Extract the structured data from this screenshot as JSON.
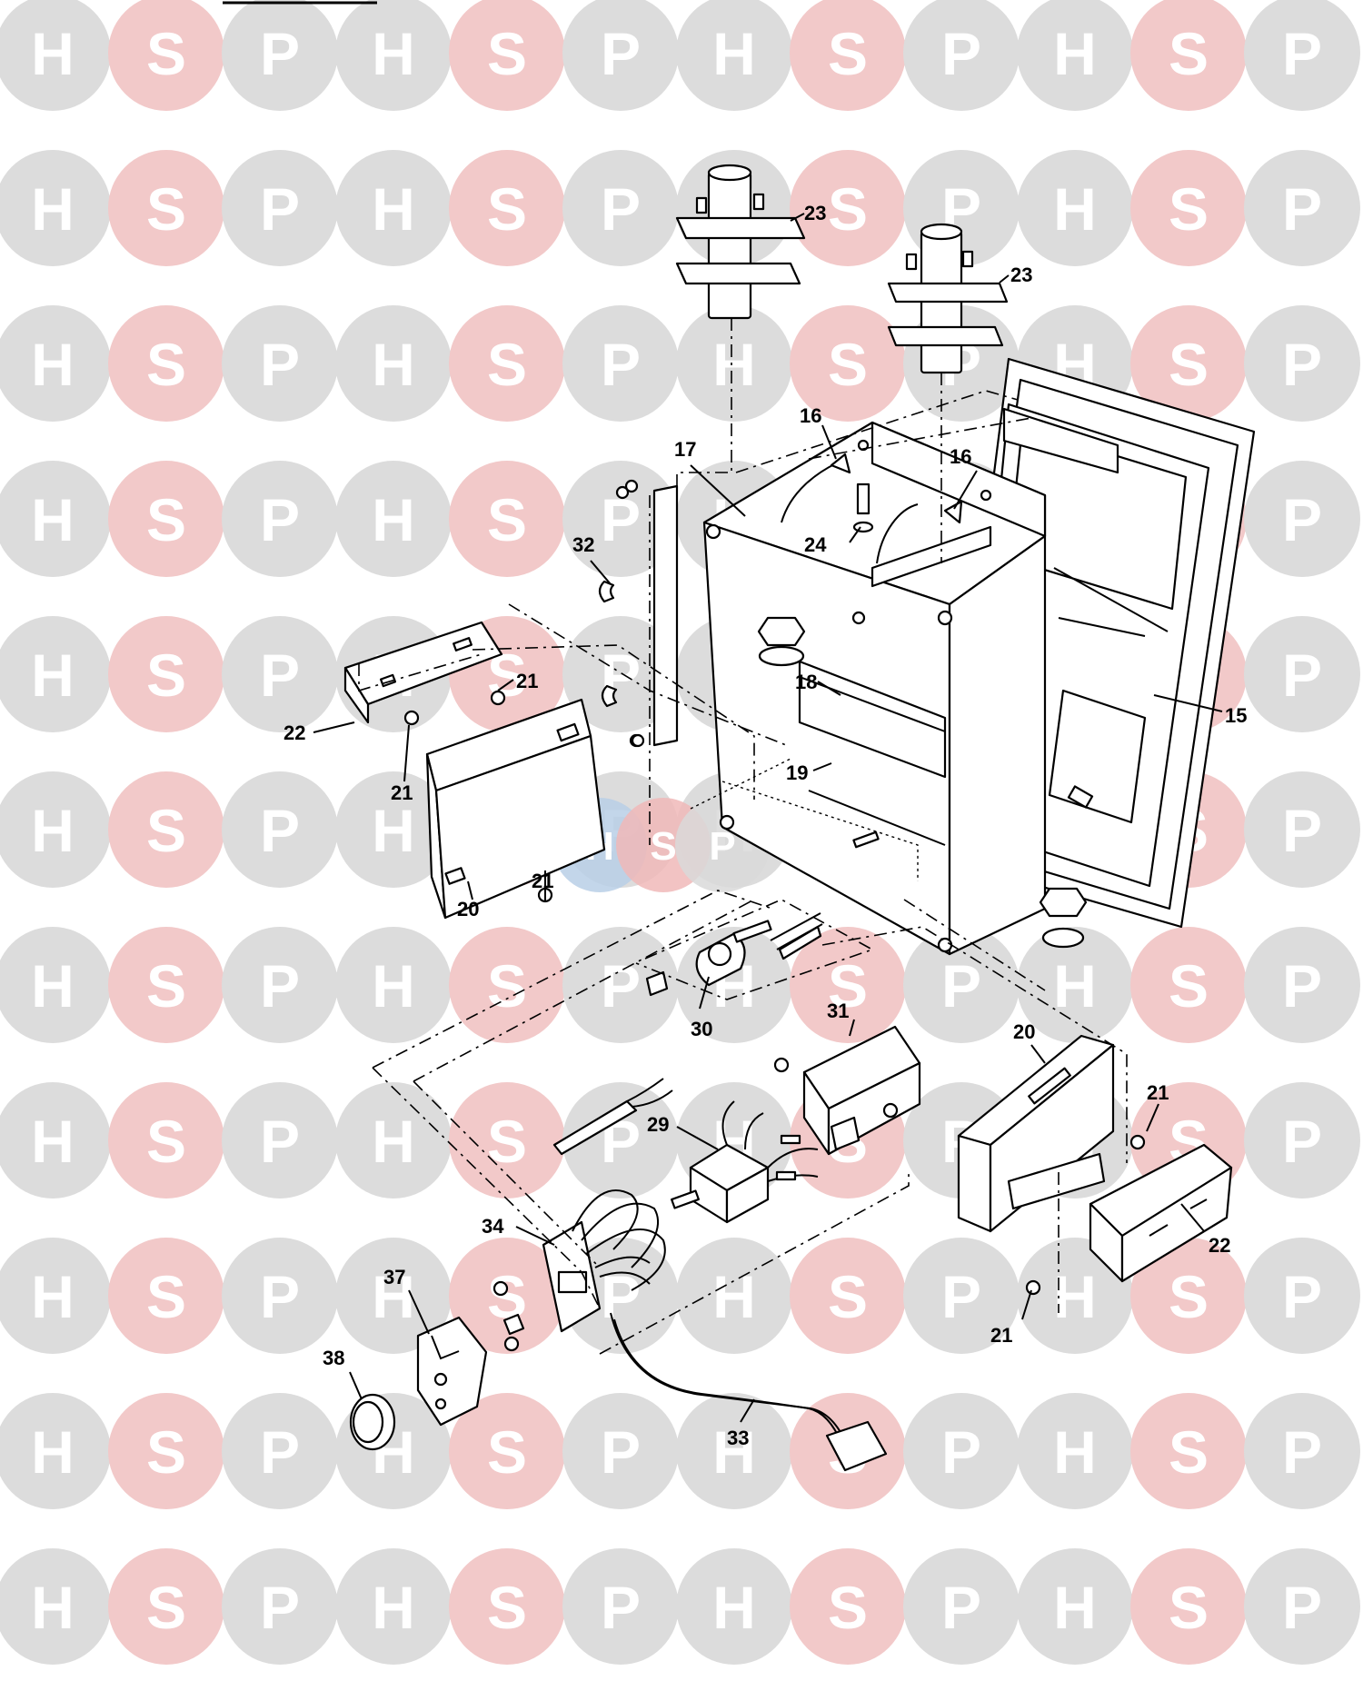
{
  "watermark": {
    "letters": [
      "H",
      "S",
      "P"
    ],
    "colors": {
      "H": "#dcdcdc",
      "S": "#f2c9c9",
      "P": "#dcdcdc"
    },
    "center_logo_colors": {
      "H": "#b9cfe6",
      "S": "#f0b8b8",
      "P": "#d9d9d9"
    }
  },
  "callouts": {
    "c15": "15",
    "c16a": "16",
    "c16b": "16",
    "c17": "17",
    "c18": "18",
    "c19": "19",
    "c20a": "20",
    "c20b": "20",
    "c21a": "21",
    "c21b": "21",
    "c21c": "21",
    "c21d": "21",
    "c21e": "21",
    "c22a": "22",
    "c22b": "22",
    "c23a": "23",
    "c23b": "23",
    "c24": "24",
    "c29": "29",
    "c30": "30",
    "c31": "31",
    "c32": "32",
    "c33": "33",
    "c34": "34",
    "c37": "37",
    "c38": "38"
  }
}
